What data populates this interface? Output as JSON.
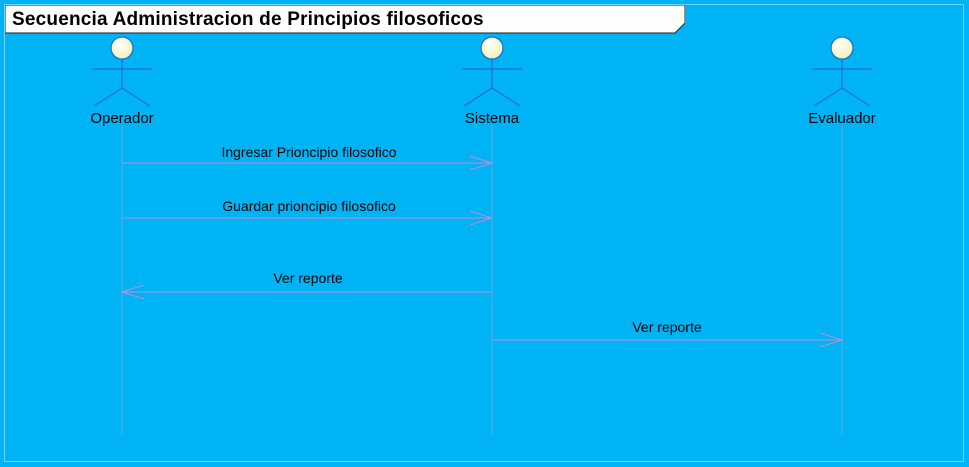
{
  "diagram": {
    "title": "Secuencia Administracion de Principios filosoficos",
    "actors": [
      {
        "id": "operador",
        "name": "Operador"
      },
      {
        "id": "sistema",
        "name": "Sistema"
      },
      {
        "id": "evaluador",
        "name": "Evaluador"
      }
    ],
    "messages": [
      {
        "from": "operador",
        "to": "sistema",
        "label": "Ingresar Prioncipio filosofico"
      },
      {
        "from": "operador",
        "to": "sistema",
        "label": "Guardar prioncipio filosofico"
      },
      {
        "from": "sistema",
        "to": "operador",
        "label": "Ver reporte"
      },
      {
        "from": "sistema",
        "to": "evaluador",
        "label": "Ver reporte"
      }
    ]
  },
  "colors": {
    "background": "#00b3f5",
    "lifeline": "#5aa8e8",
    "actor_stroke": "#1f6fd6",
    "actor_head": "#ffffdd",
    "message_line": "#c48ad8",
    "title_bg": "#ffffff"
  }
}
